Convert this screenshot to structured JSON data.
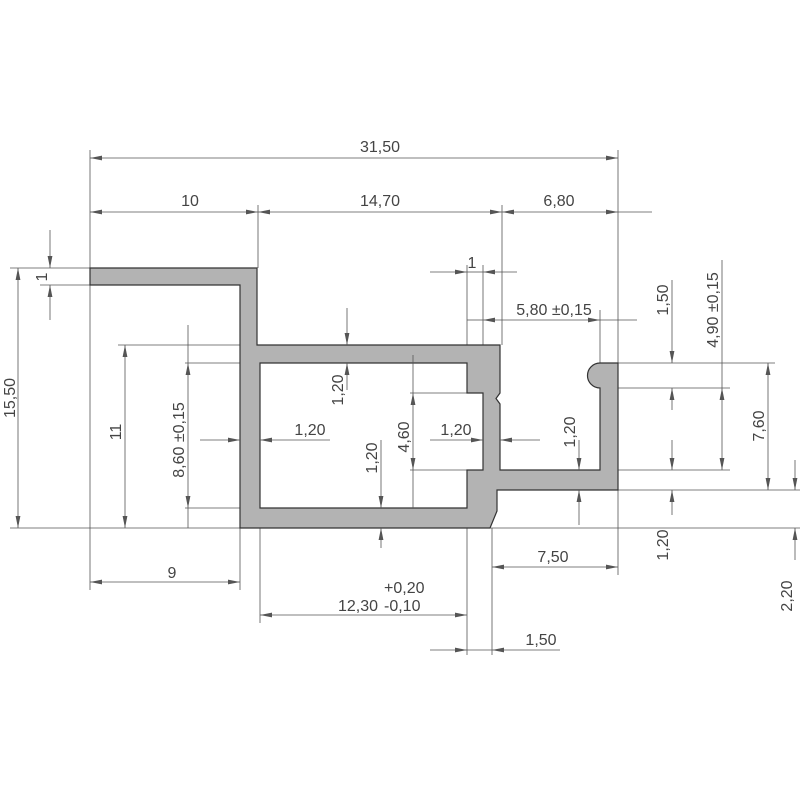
{
  "colors": {
    "profile_fill": "#b3b3b3",
    "profile_stroke": "#333333",
    "line": "#555555",
    "text": "#444444"
  },
  "dimensions": {
    "overall_width": "31,50",
    "flange_width": "10",
    "box_width": "14,70",
    "right_width": "6,80",
    "notch_offset": "1",
    "gap_width": "5,80 ±0,15",
    "overall_height": "15,50",
    "flange_thickness": "1",
    "box_height": "11",
    "inner_height": "8,60 ±0,15",
    "left_wall": "1,20",
    "top_wall": "1,20",
    "bottom_wall": "1,20",
    "notch_height": "4,60",
    "right_wall": "1,20",
    "arm_thickness_inner": "1,20",
    "hook_height": "1,50",
    "lip_gap": "4,90 ±0,15",
    "lip_height": "7,60",
    "arm_thickness": "1,20",
    "base_offset": "2,20",
    "left_offset": "9",
    "inner_width": "12,30",
    "inner_width_tol_upper": "+0,20",
    "inner_width_tol_lower": "-0,10",
    "arm_length": "7,50",
    "step_width": "1,50"
  }
}
